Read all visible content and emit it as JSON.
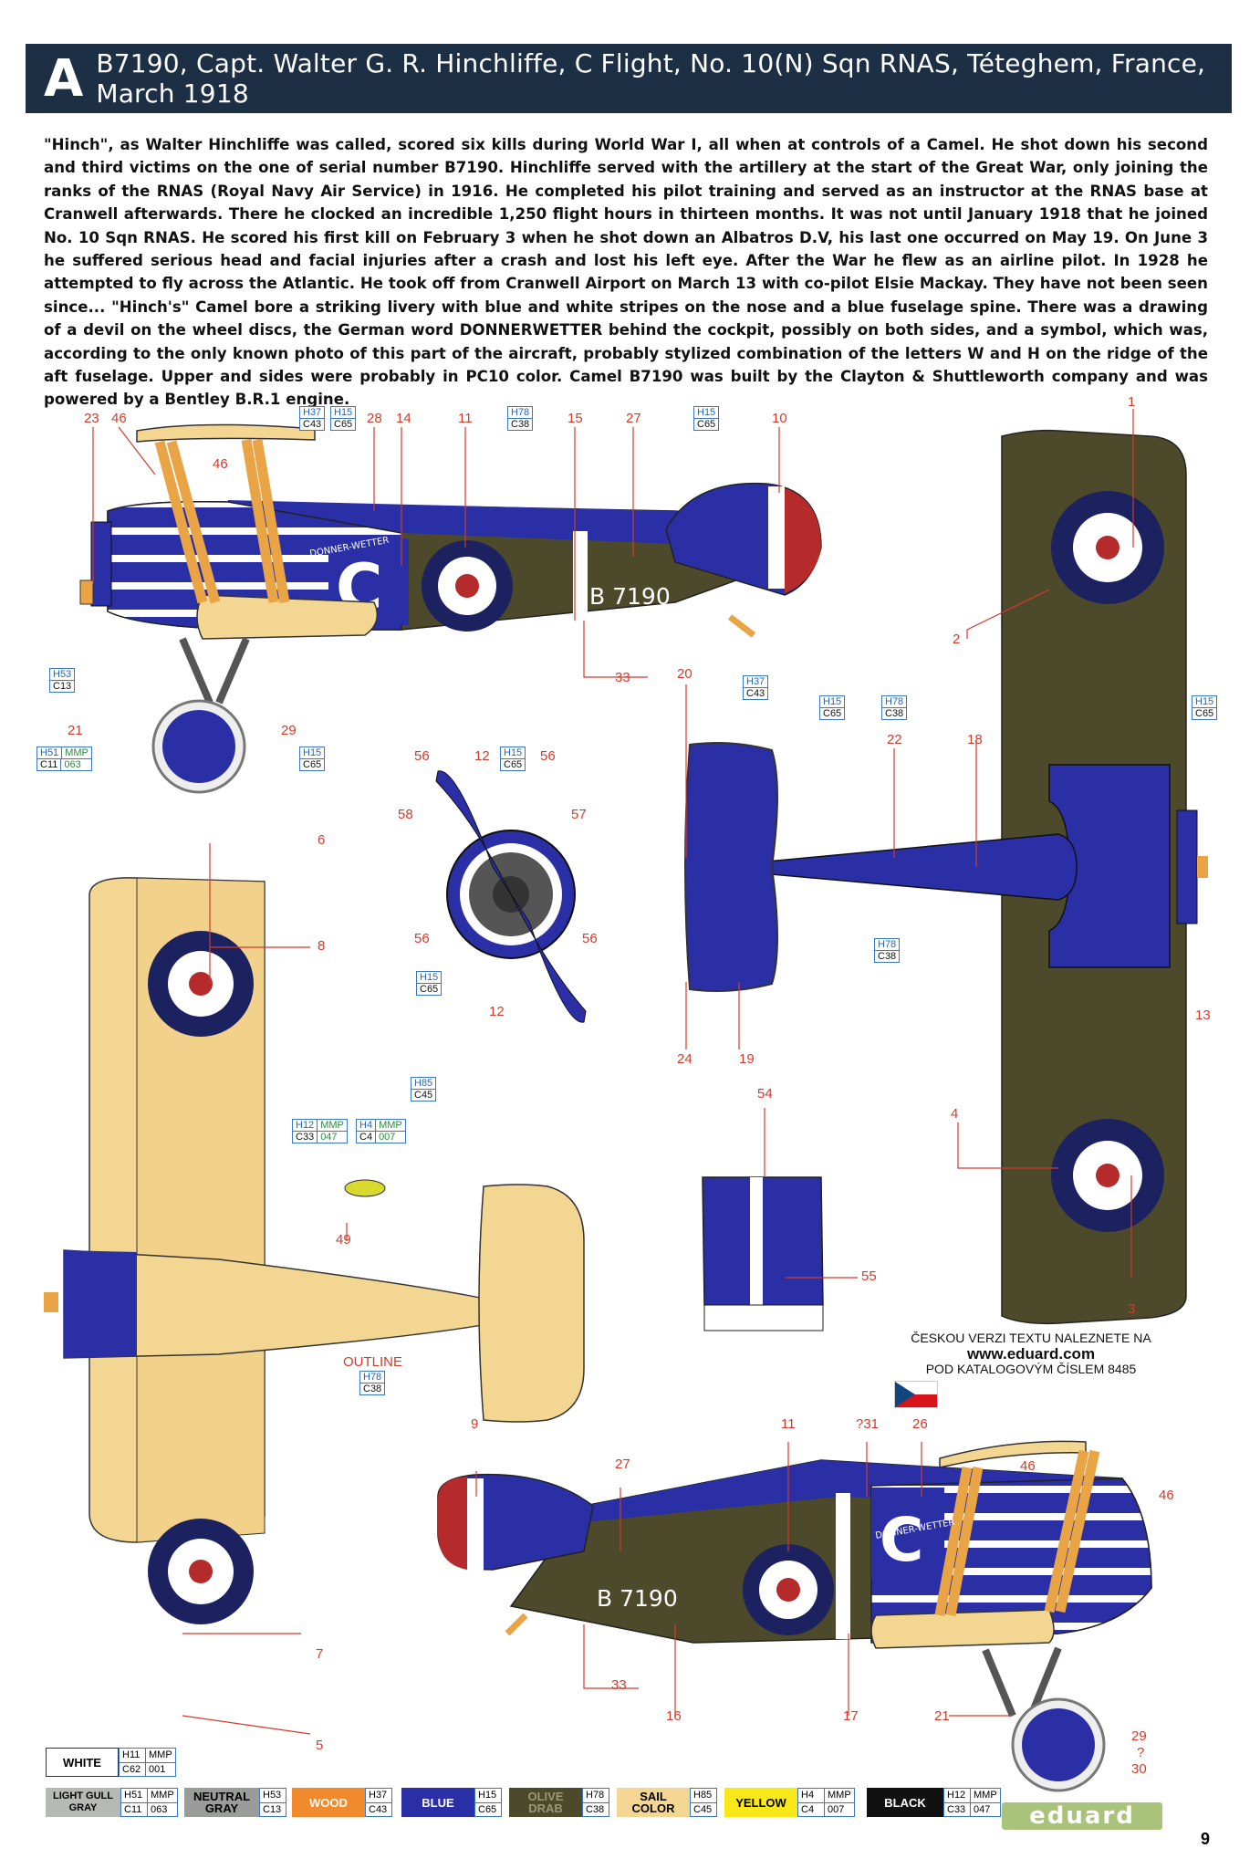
{
  "header": {
    "letter": "A",
    "title": "B7190, Capt. Walter G. R. Hinchliffe, C Flight, No. 10(N) Sqn RNAS, Téteghem, France, March 1918"
  },
  "intro": "\"Hinch\", as Walter Hinchliffe was called, scored six kills during World War I, all when at controls of a Camel. He shot down his second and third victims on the one of serial number B7190. Hinchliffe served with the artillery at the start of the Great War, only joining the ranks of the RNAS (Royal Navy Air Service) in 1916. He completed his pilot training and served as an instructor at the RNAS base at Cranwell afterwards. There he clocked an incredible 1,250 flight hours in thirteen months. It was not until January 1918 that he joined No. 10 Sqn RNAS. He scored his first kill on February 3 when he shot down an Albatros D.V, his last one occurred on May 19. On June 3 he suffered serious head and facial injuries after a crash and lost his left eye. After the War he flew as an airline pilot. In 1928 he attempted to fly across the Atlantic. He took off from Cranwell Airport on March 13 with co-pilot Elsie Mackay. They have not been seen since... \"Hinch's\" Camel bore a striking livery with blue and white stripes on the nose and a blue fuselage spine. There was a drawing of a devil on the wheel discs, the German word DONNERWETTER behind the cockpit, possibly on both sides, and a symbol, which was, according to the only known photo of this part of the aircraft, probably stylized combination of the letters W and H on the ridge of the aft fuselage. Upper and sides were probably in PC10 color. Camel B7190 was built by the Clayton & Shuttleworth company and was powered by a Bentley B.R.1 engine.",
  "aircraft": {
    "serial": "B 7190",
    "code_letter": "C",
    "fuselage_word": "DONNER-WETTER"
  },
  "callouts": [
    "23",
    "46",
    "46",
    "28",
    "14",
    "11",
    "15",
    "27",
    "10",
    "1",
    "2",
    "33",
    "21",
    "29",
    "20",
    "22",
    "18",
    "12",
    "56",
    "56",
    "58",
    "57",
    "56",
    "56",
    "12",
    "6",
    "8",
    "24",
    "19",
    "13",
    "4",
    "54",
    "55",
    "3",
    "49",
    "OUTLINE",
    "9",
    "27",
    "11",
    "?31",
    "26",
    "46",
    "46",
    "33",
    "16",
    "17",
    "21",
    "29",
    "?",
    "30",
    "7",
    "5"
  ],
  "codes": {
    "h37_c43": [
      "H37",
      "C43"
    ],
    "h15_c65": [
      "H15",
      "C65"
    ],
    "h78_c38": [
      "H78",
      "C38"
    ],
    "h53_c13": [
      "H53",
      "C13"
    ],
    "h51_c11": [
      "H51",
      "MMP",
      "C11",
      "063"
    ],
    "h85_c45": [
      "H85",
      "C45"
    ],
    "h12_c33": [
      "H12",
      "MMP",
      "C33",
      "047"
    ],
    "h4_c4": [
      "H4",
      "MMP",
      "C4",
      "007"
    ]
  },
  "czech_note": {
    "line1": "ČESKOU VERZI TEXTU NALEZNETE NA",
    "url": "www.eduard.com",
    "line2": "POD KATALOGOVÝM ČÍSLEM 8485"
  },
  "legend": [
    {
      "name": "WHITE",
      "codes": [
        "H11",
        "MMP",
        "C62",
        "001"
      ],
      "color": "#ffffff",
      "text": "#111111"
    },
    {
      "name": "LIGHT GULL GRAY",
      "codes": [
        "H51",
        "MMP",
        "C11",
        "063"
      ],
      "color": "#b7b9b6",
      "text": "#111111"
    },
    {
      "name": "NEUTRAL GRAY",
      "codes": [
        "H53",
        "C13"
      ],
      "color": "#9a9c9a",
      "text": "#111111"
    },
    {
      "name": "WOOD",
      "codes": [
        "H37",
        "C43"
      ],
      "color": "#f08a2c",
      "text": "#ffffff"
    },
    {
      "name": "BLUE",
      "codes": [
        "H15",
        "C65"
      ],
      "color": "#2a2fa6",
      "text": "#ffffff"
    },
    {
      "name": "OLIVE DRAB",
      "codes": [
        "H78",
        "C38"
      ],
      "color": "#4c4a2a",
      "text": "#9a9872"
    },
    {
      "name": "SAIL COLOR",
      "codes": [
        "H85",
        "C45"
      ],
      "color": "#f4d693",
      "text": "#111111"
    },
    {
      "name": "YELLOW",
      "codes": [
        "H4",
        "MMP",
        "C4",
        "007"
      ],
      "color": "#f8e81a",
      "text": "#111111"
    },
    {
      "name": "BLACK",
      "codes": [
        "H12",
        "MMP",
        "C33",
        "047"
      ],
      "color": "#111111",
      "text": "#ffffff"
    }
  ],
  "footer": {
    "brand": "eduard",
    "page": "9"
  },
  "colors": {
    "header_bg": "#1d2f45",
    "blue": "#2a2fa6",
    "olive": "#4c4a2a",
    "sail": "#f4d693",
    "wood": "#e8a445",
    "red": "#b52b2b",
    "callout": "#d23b2c",
    "code_border": "#3a78c6"
  }
}
